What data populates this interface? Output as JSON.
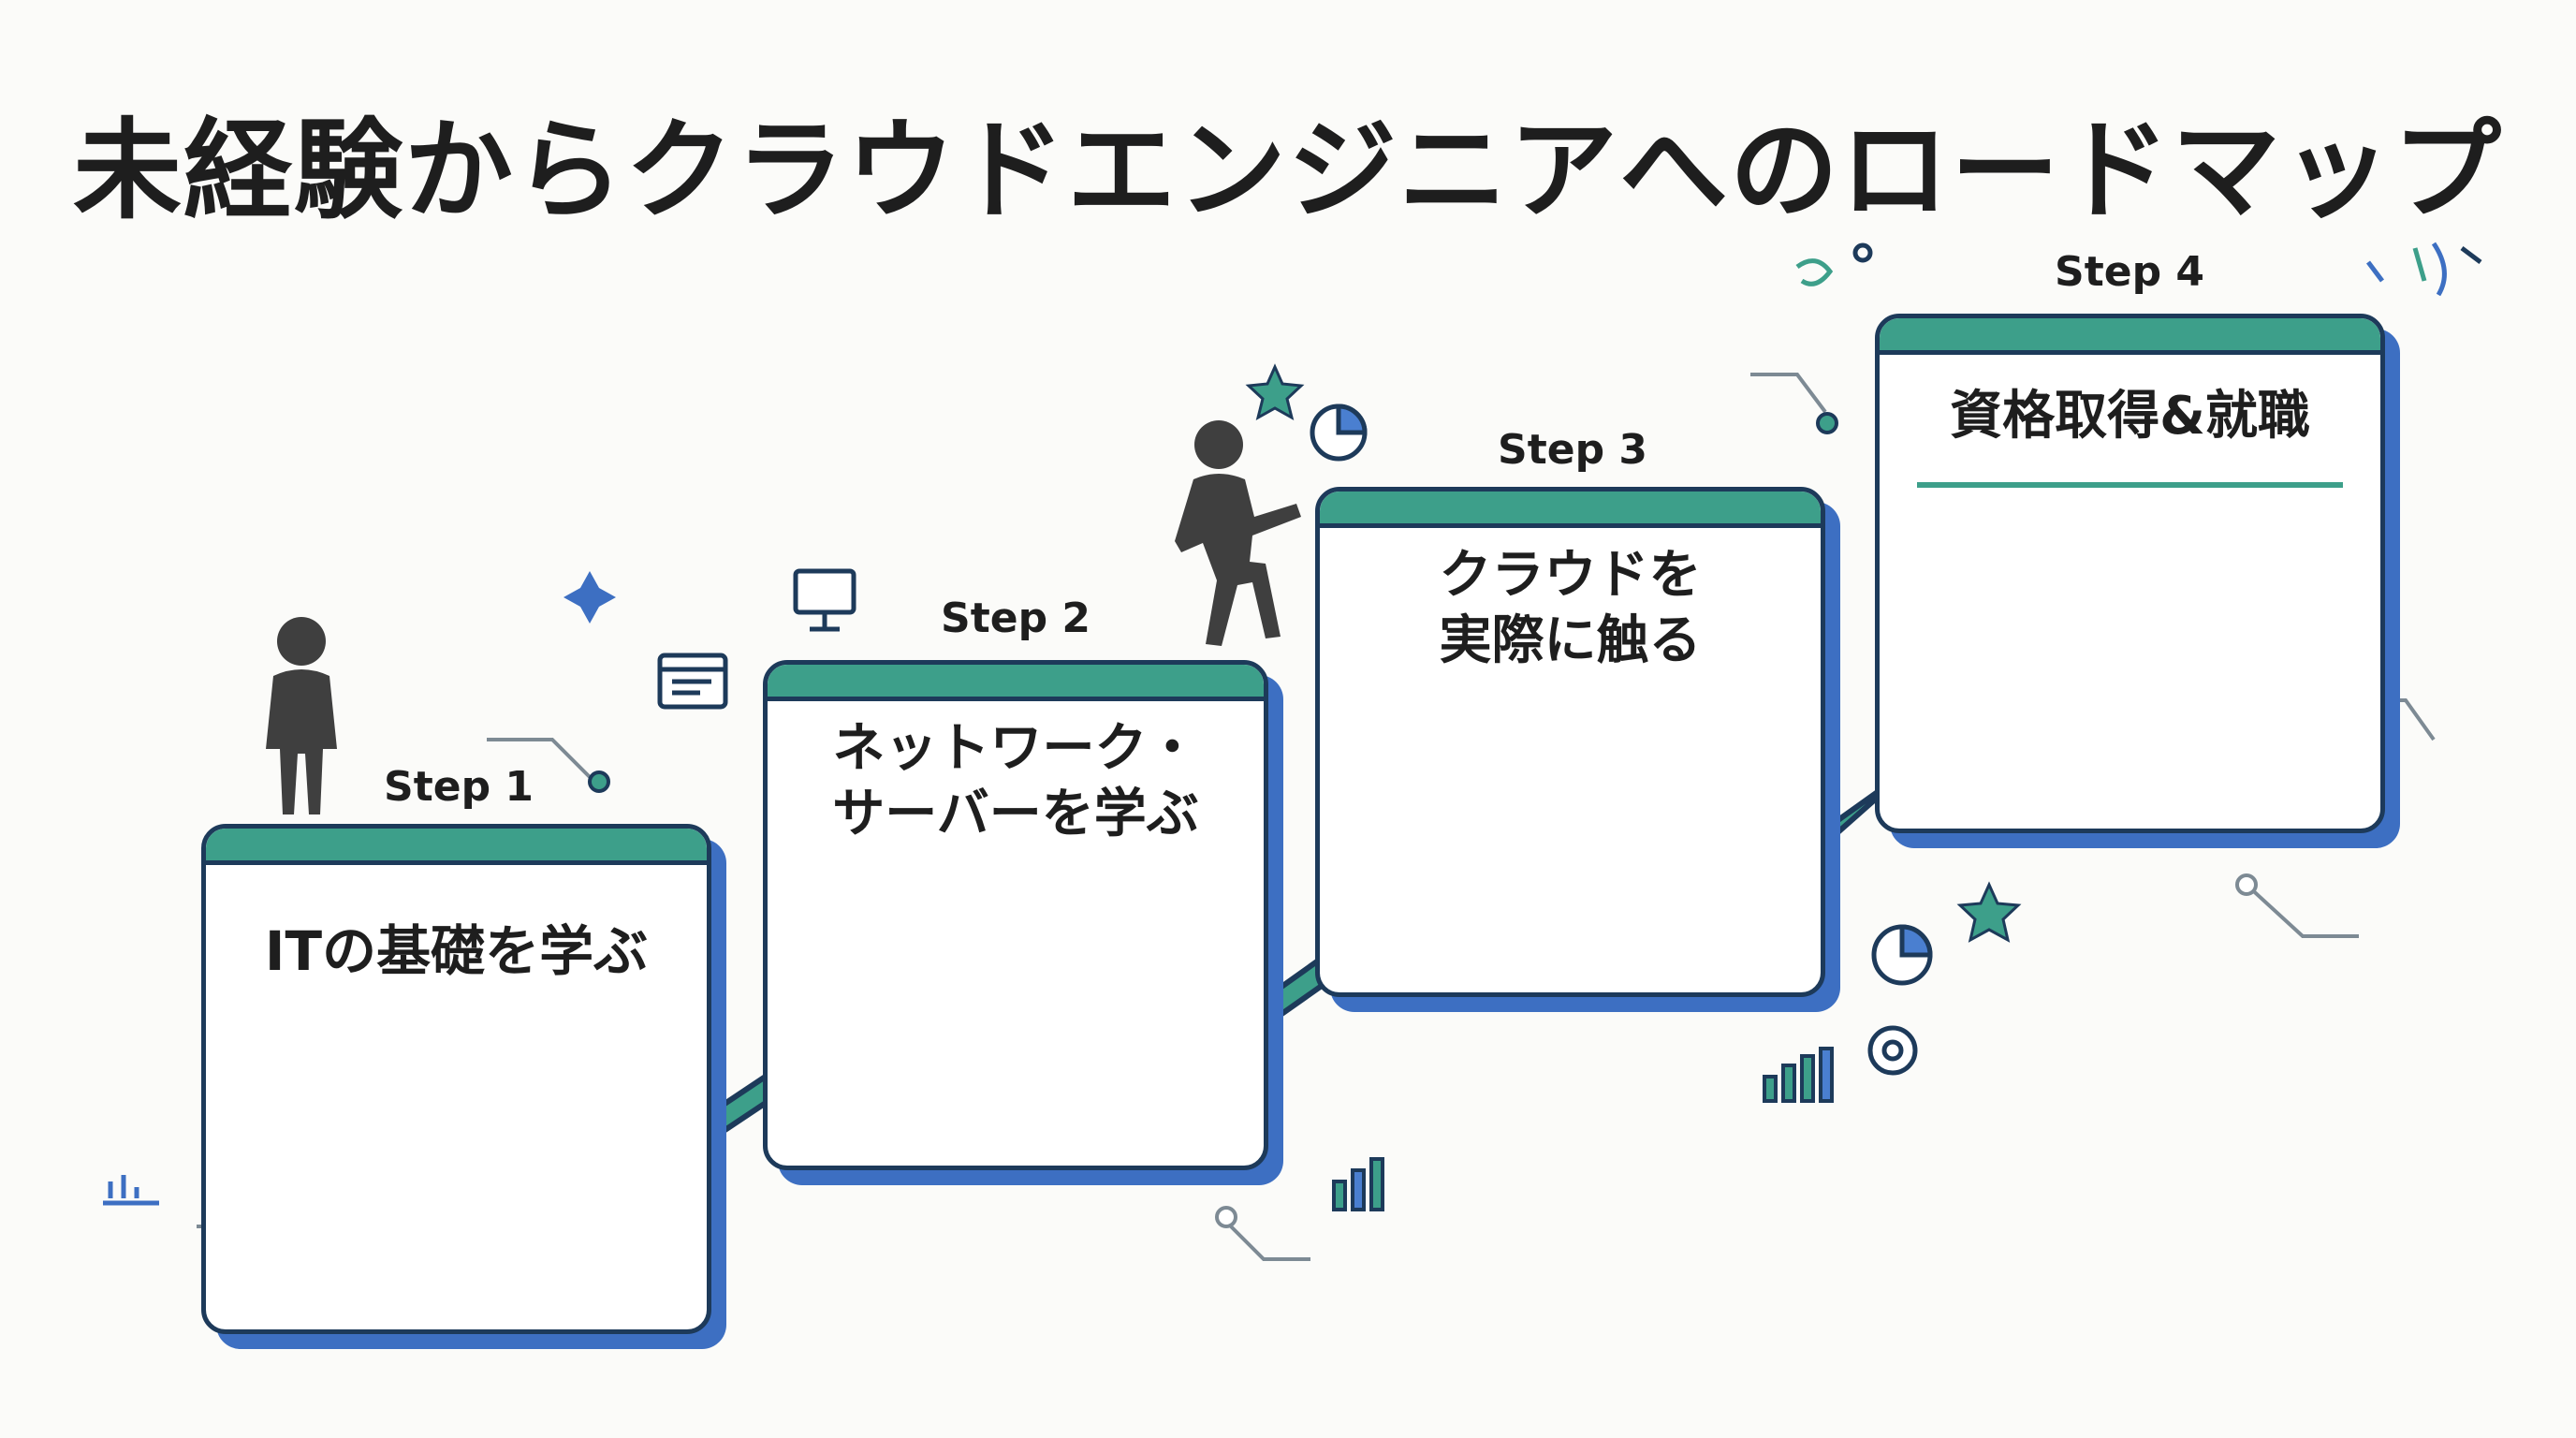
{
  "title": "未経験からクラウドエンジニアへのロードマップ",
  "steps": [
    {
      "label": "Step 1",
      "title": "ITの基礎を学ぶ"
    },
    {
      "label": "Step 2",
      "title": "ネットワーク・\nサーバーを学ぶ"
    },
    {
      "label": "Step 3",
      "title": "クラウドを\n実際に触る"
    },
    {
      "label": "Step 4",
      "title": "資格取得&就職"
    }
  ],
  "colors": {
    "primary": "#1d3a5a",
    "teal": "#3d9f8a",
    "blue": "#3d6fc2",
    "person": "#3f3f3f"
  }
}
